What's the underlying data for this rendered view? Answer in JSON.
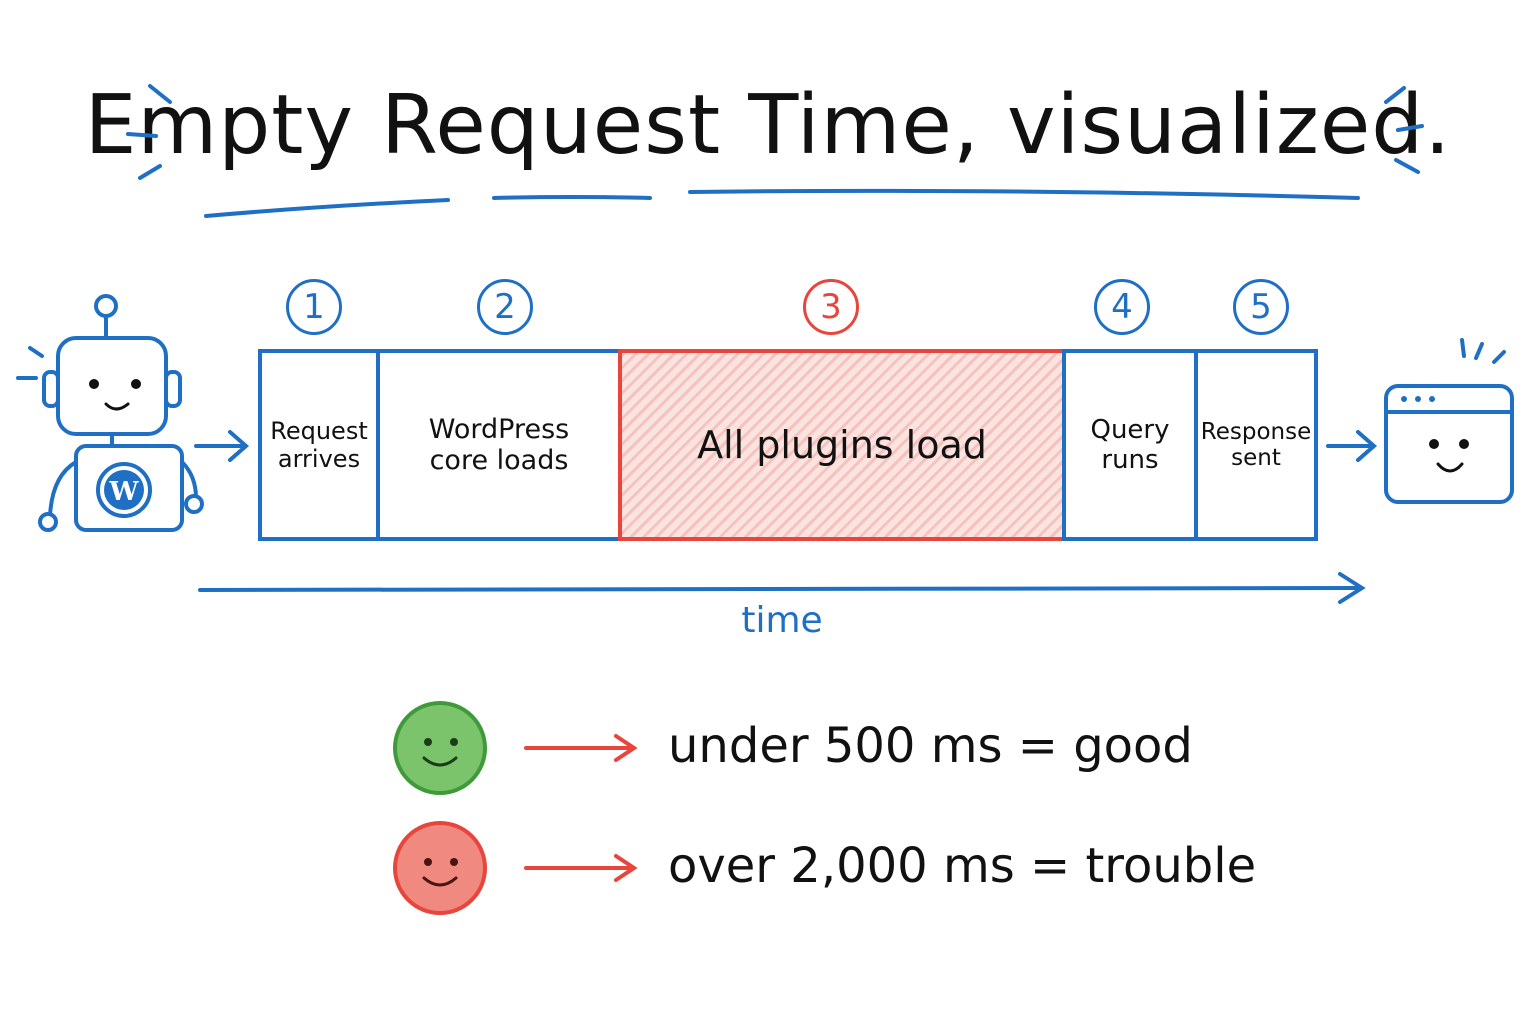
{
  "title": "Empty Request Time, visualized.",
  "colors": {
    "blue": "#1f6fc5",
    "red": "#e8453c",
    "green": "#4caf50",
    "plugin_fill": "#f6c2bd"
  },
  "icons": {
    "left": "wordpress-robot-icon",
    "right": "smiling-browser-window-icon"
  },
  "steps": [
    {
      "num": "1",
      "label": "Request\narrives",
      "highlight": false
    },
    {
      "num": "2",
      "label": "WordPress\ncore loads",
      "highlight": false
    },
    {
      "num": "3",
      "label": "All plugins load",
      "highlight": true
    },
    {
      "num": "4",
      "label": "Query\nruns",
      "highlight": false
    },
    {
      "num": "5",
      "label": "Response\nsent",
      "highlight": false
    }
  ],
  "axis_label": "time",
  "legend": [
    {
      "text": "under 500 ms = good",
      "status": "good"
    },
    {
      "text": "over 2,000 ms = trouble",
      "status": "trouble"
    }
  ]
}
